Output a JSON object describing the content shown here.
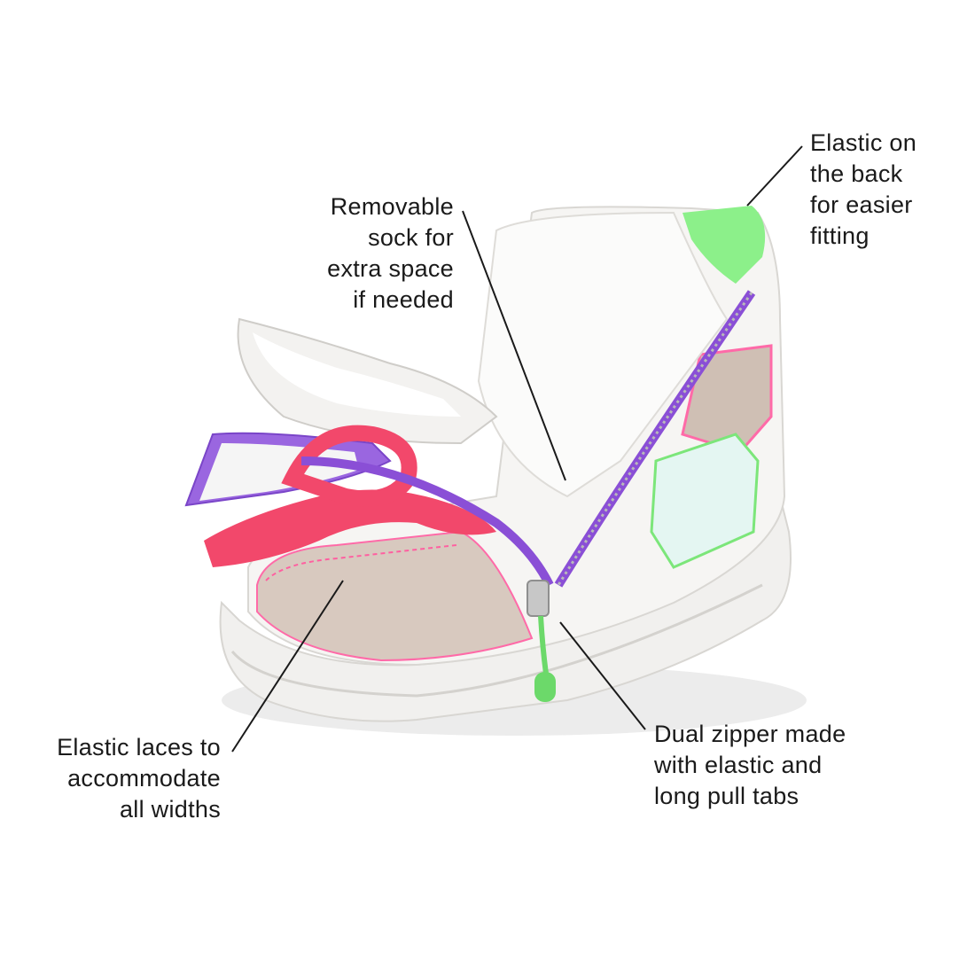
{
  "callouts": {
    "sock": {
      "lines": [
        "Removable",
        "sock for",
        "extra space",
        "if needed"
      ]
    },
    "elastic_back": {
      "lines": [
        "Elastic on",
        "the back",
        "for easier",
        "fitting"
      ]
    },
    "laces": {
      "lines": [
        "Elastic laces to",
        "accommodate",
        "all widths"
      ]
    },
    "zipper": {
      "lines": [
        "Dual zipper made",
        "with elastic and",
        "long pull tabs"
      ]
    }
  },
  "colors": {
    "text": "#1a1a1a",
    "shoe_white": "#f4f3f1",
    "zipper_purple": "#8a4fd6",
    "lace_pink": "#f2486b",
    "accent_green": "#7ce67a",
    "panel_beige": "#d9c7bd",
    "mesh_mint": "#dff4f0",
    "stitch_pink": "#ff5fa0"
  }
}
